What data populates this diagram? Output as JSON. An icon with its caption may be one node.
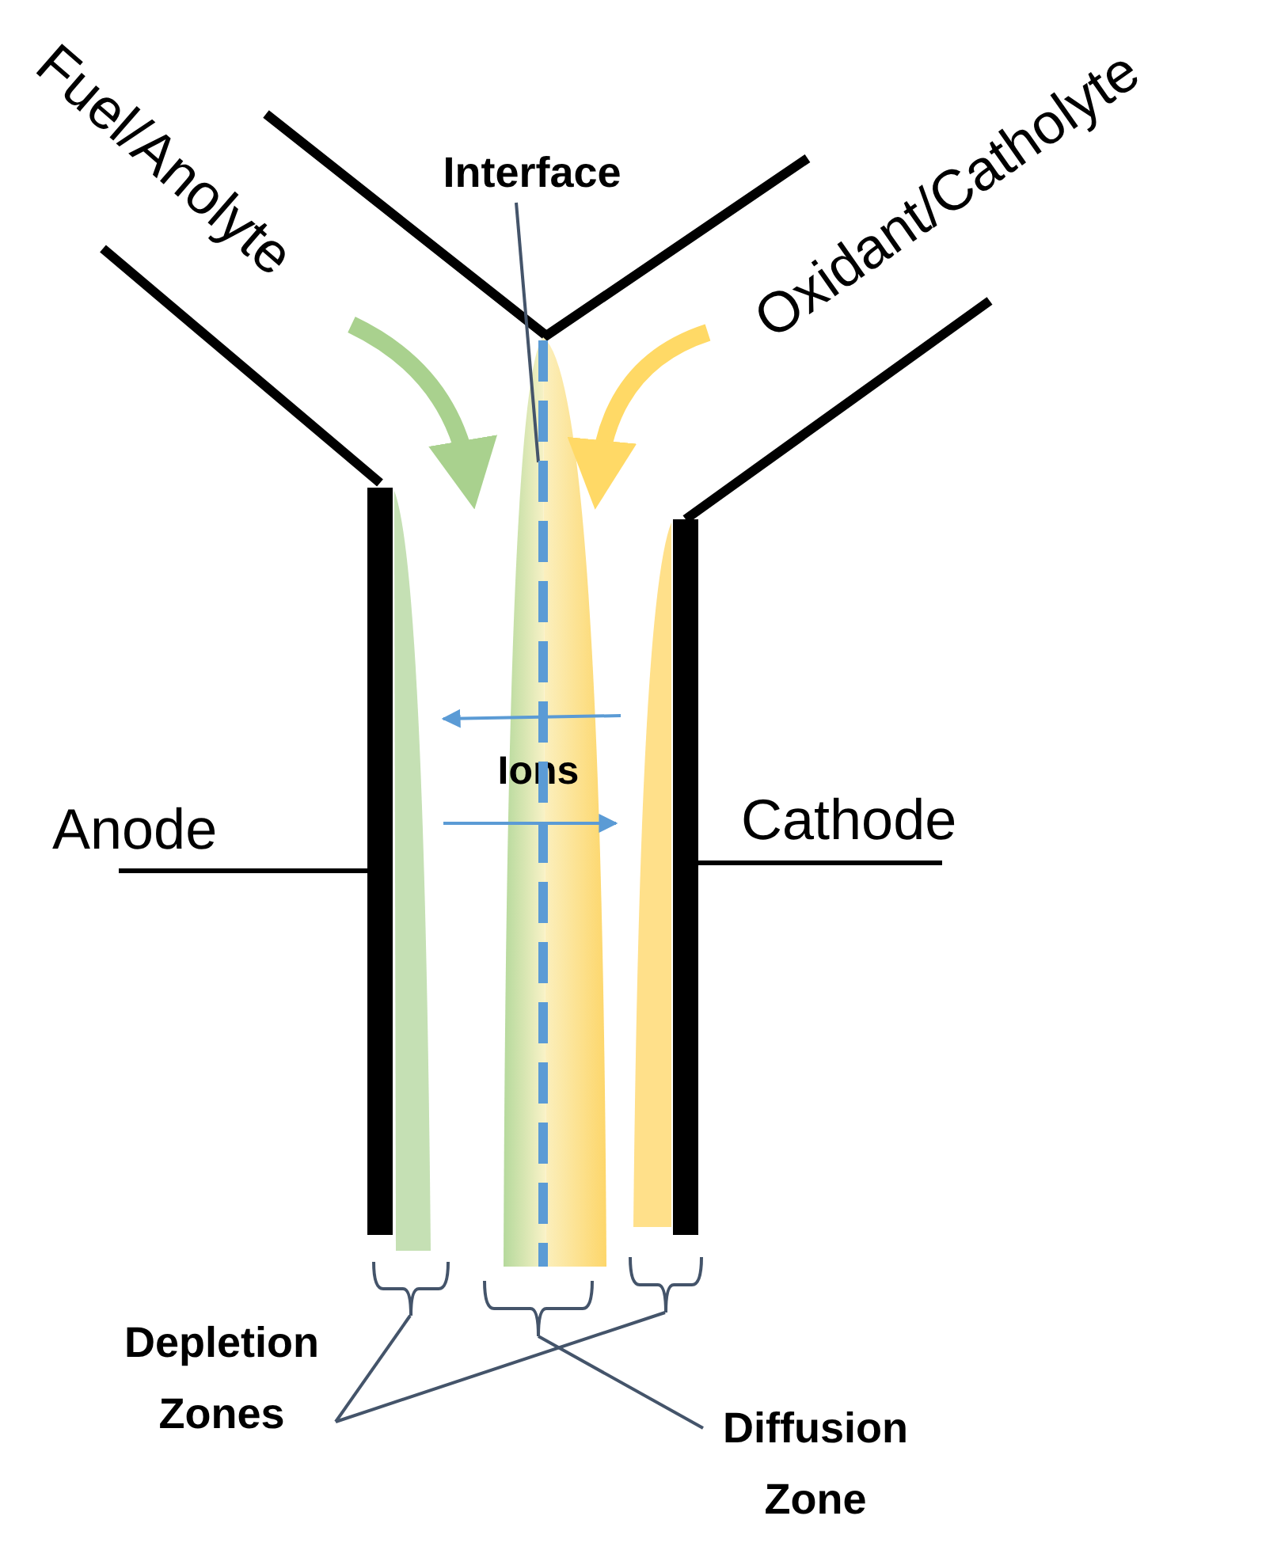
{
  "diagram": {
    "nodes": [
      {
        "text": [
          "Fuel/Anolyte"
        ]
      },
      {
        "text": [
          "Interface"
        ]
      },
      {
        "text": [
          "Oxidant/Catholyte"
        ]
      },
      {
        "text": [
          "Ions"
        ]
      },
      {
        "text": [
          "Anode"
        ]
      },
      {
        "text": [],
        "shape": "bar"
      },
      {
        "text": [
          "Cathode"
        ]
      },
      {
        "text": [],
        "shape": "bar"
      },
      {
        "text": [
          "Depletion Zones"
        ]
      },
      {
        "text": [
          "Diffusion Zone"
        ]
      },
      {
        "text": [],
        "shape": "line"
      },
      {
        "text": [],
        "shape": "bracket"
      },
      {
        "text": [],
        "shape": "bracket"
      },
      {
        "text": [],
        "shape": "bracket"
      }
    ],
    "edges": [
      {
        "from": 1,
        "to": 10,
        "arrow": "none"
      },
      {
        "from": 4,
        "to": 5,
        "arrow": "none",
        "color": "#000000"
      },
      {
        "from": 6,
        "to": 7,
        "arrow": "none",
        "color": "#000000"
      },
      {
        "from": 8,
        "to": 11,
        "arrow": "none"
      },
      {
        "from": 8,
        "to": 13,
        "arrow": "none"
      },
      {
        "from": 9,
        "to": 12,
        "arrow": "none"
      }
    ]
  }
}
